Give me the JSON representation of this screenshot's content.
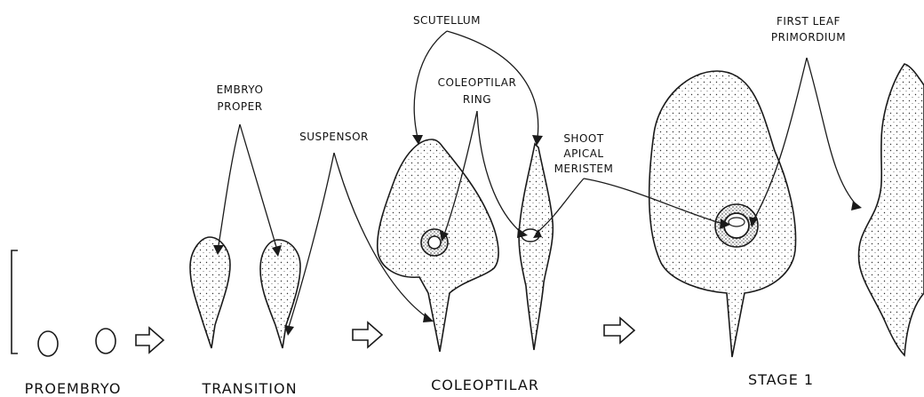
{
  "labels": {
    "embryo_proper_1": "EMBRYO",
    "embryo_proper_2": "PROPER",
    "suspensor": "SUSPENSOR",
    "scutellum": "SCUTELLUM",
    "coleoptilar_ring_1": "COLEOPTILAR",
    "coleoptilar_ring_2": "RING",
    "shoot_apical_meristem_1": "SHOOT",
    "shoot_apical_meristem_2": "APICAL",
    "shoot_apical_meristem_3": "MERISTEM",
    "first_leaf_primordium_1": "FIRST LEAF",
    "first_leaf_primordium_2": "PRIMORDIUM"
  },
  "stages": {
    "proembryo": "PROEMBRYO",
    "transition": "TRANSITION",
    "coleoptilar": "COLEOPTILAR",
    "stage_1": "STAGE 1"
  },
  "colors": {
    "ink": "#1a1a1a",
    "background": "#ffffff"
  }
}
